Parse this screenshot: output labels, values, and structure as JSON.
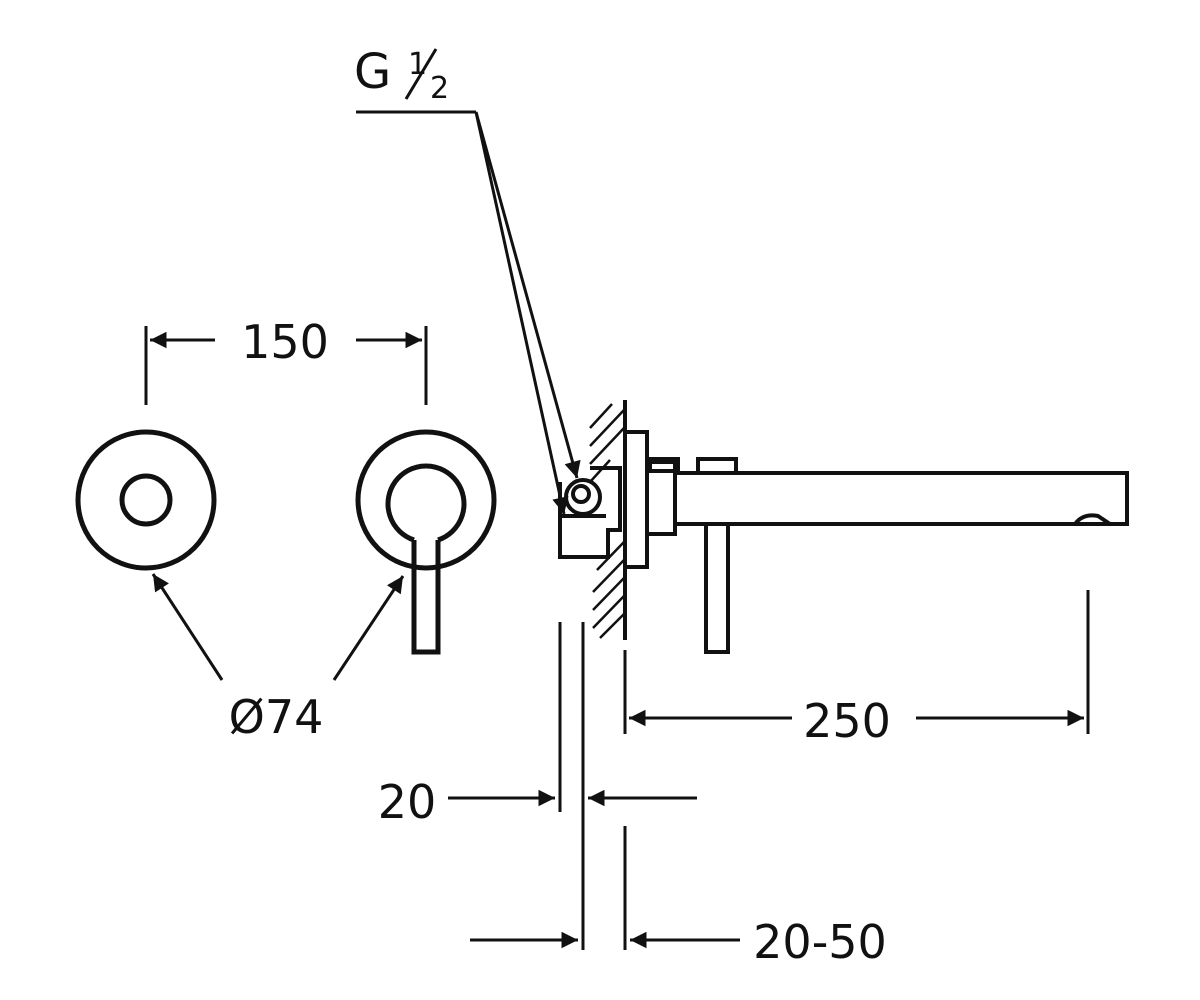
{
  "drawing": {
    "dimensions": {
      "rosette_spacing": "150",
      "rosette_diameter": "Ø74",
      "spout_length": "250",
      "plate_depth": "20",
      "wall_depth": "20-50"
    },
    "thread": {
      "prefix": "G",
      "fraction_num": "1",
      "fraction_den": "2"
    }
  }
}
